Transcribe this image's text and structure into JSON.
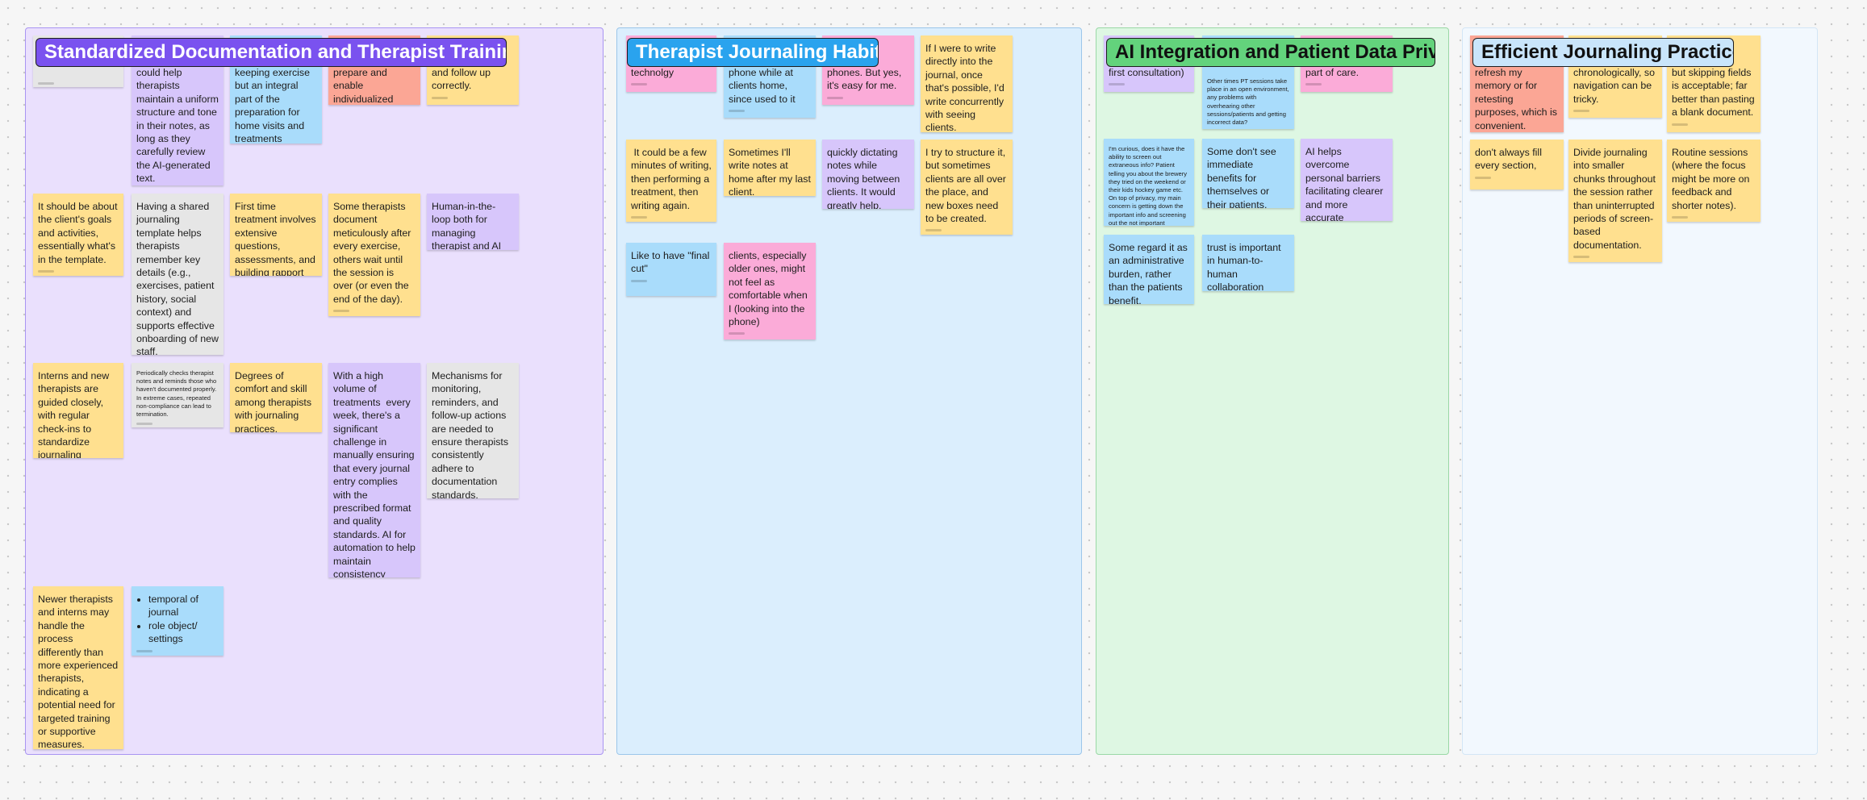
{
  "sections": {
    "doc": {
      "title": "Standardized Documentation and Therapist Training",
      "title_color": "#7a52ef"
    },
    "habit": {
      "title": "Therapist Journaling Habits",
      "title_color": "#2aa3ee"
    },
    "ai": {
      "title": "AI Integration and Patient Data Priv...",
      "title_color": "#63d37c"
    },
    "eff": {
      "title": "Efficient Journaling Practices",
      "title_color": "#c9e5fb"
    }
  },
  "notes": {
    "d1": "could help therapists maintain a uniform structure and tone in their notes, as long as they carefully review the AI-generated text.",
    "d2": "keeping exercise but an integral part of the preparation for home visits and treatments",
    "d3": "prepare and enable individualized care.",
    "d4": "and follow up correctly.",
    "d5": "It should be about the client's goals and activities, essentially what's in the template.",
    "d6": "Having a shared journaling template helps therapists remember key details (e.g., exercises, patient history, social context) and supports effective onboarding of new staff.",
    "d7": "First time treatment involves extensive questions, assessments, and building rapport",
    "d8": "Some therapists document meticulously after every exercise, others wait until the session is over (or even the end of the day).",
    "d9": "Human-in-the-loop both for managing therapist and AI",
    "d10": "Interns and new therapists are guided closely, with regular check-ins to standardize journaling practices.",
    "d11": "Periodically checks therapist notes and reminds those who haven't documented properly. In extreme cases, repeated non-compliance can lead to termination.",
    "d12": "Degrees of comfort and skill among therapists with journaling practices.",
    "d13": "With a high volume of treatments  every week, there's a significant challenge in manually ensuring that every journal entry complies with the prescribed format and quality standards. AI for automation to help maintain consistency across entries.",
    "d14": "Mechanisms for monitoring, reminders, and follow-up actions are needed to ensure therapists consistently adhere to documentation standards.",
    "d15": "Newer therapists and interns may handle the process differently than more experienced therapists, indicating a potential need for targeted training or supportive measures.",
    "d16_items": [
      "temporal of journal",
      "role object/ settings"
    ],
    "h1": "technolgy",
    "h2": "phone while at clients home, since used to it",
    "h3": "phones. But yes, it's easy for me.",
    "h4": "If I were to write directly into the journal, once that's possible, I'd write concurrently with seeing clients.",
    "h5": " It could be a few minutes of writing, then performing a treatment, then writing again.",
    "h6": "Sometimes I'll write notes at home after my last client.",
    "h7": "quickly dictating notes while moving between clients. It would greatly help.",
    "h8": "I try to structure it, but sometimes clients are all over the place, and new boxes need to be created.",
    "h9": "Like to have \"final cut\"",
    "h10": "clients, especially older ones, might not feel as comfortable when I (looking into the phone)",
    "a1": "first consultation)",
    "a2": "Other times PT sessions take place in an open environment, any problems with overhearing other sessions/patients and getting incorrect data?",
    "a3": "part of care.",
    "a4": "I'm curious, does it have the ability to screen out extraneous info? Patient telling you about the brewery they tried on the weekend or their kids hockey game etc. On top of privacy, my main concern is getting down the important info and screening out the not important",
    "a5": "Some don't see immediate benefits for themselves or their patients.",
    "a6": "AI helps overcome personal barriers facilitating clearer and more accurate communication.",
    "a7": "Some regard it as an administrative burden, rather than the patients benefit.",
    "a8": "trust is important in human-to-human collaboration",
    "e1": "refresh my memory or for retesting purposes, which is convenient.",
    "e2": "chronologically, so navigation can be tricky.",
    "e3": "but skipping fields is acceptable; far better than pasting a blank document.",
    "e4": "don't always fill every section,",
    "e5": "Divide journaling into smaller chunks throughout the session rather than uninterrupted periods of screen-based documentation.",
    "e6": "Routine sessions (where the focus might be more on feedback and shorter notes)."
  }
}
